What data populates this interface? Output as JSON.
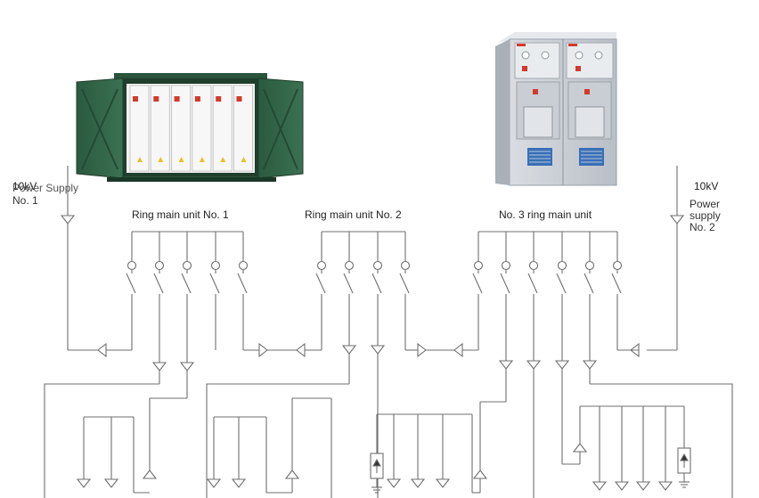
{
  "labels": {
    "supply1_voltage": "10kV",
    "supply1_name": "Power Supply",
    "supply1_no": "No. 1",
    "rmu1": "Ring main unit No. 1",
    "rmu2": "Ring main unit No. 2",
    "rmu3": "No. 3 ring main unit",
    "supply2_voltage": "10kV",
    "supply2_line1": "Power",
    "supply2_line2": "supply",
    "supply2_line3": "No. 2"
  },
  "colors": {
    "line": "#6f6f6f",
    "outdoor_cabinet_body": "#2f5e43",
    "cabinet_panel": "#f2f2f2",
    "indoor_cabinet_body": "#cfd3d8",
    "accent_red": "#d33a2c",
    "accent_blue": "#3a6fb5"
  }
}
